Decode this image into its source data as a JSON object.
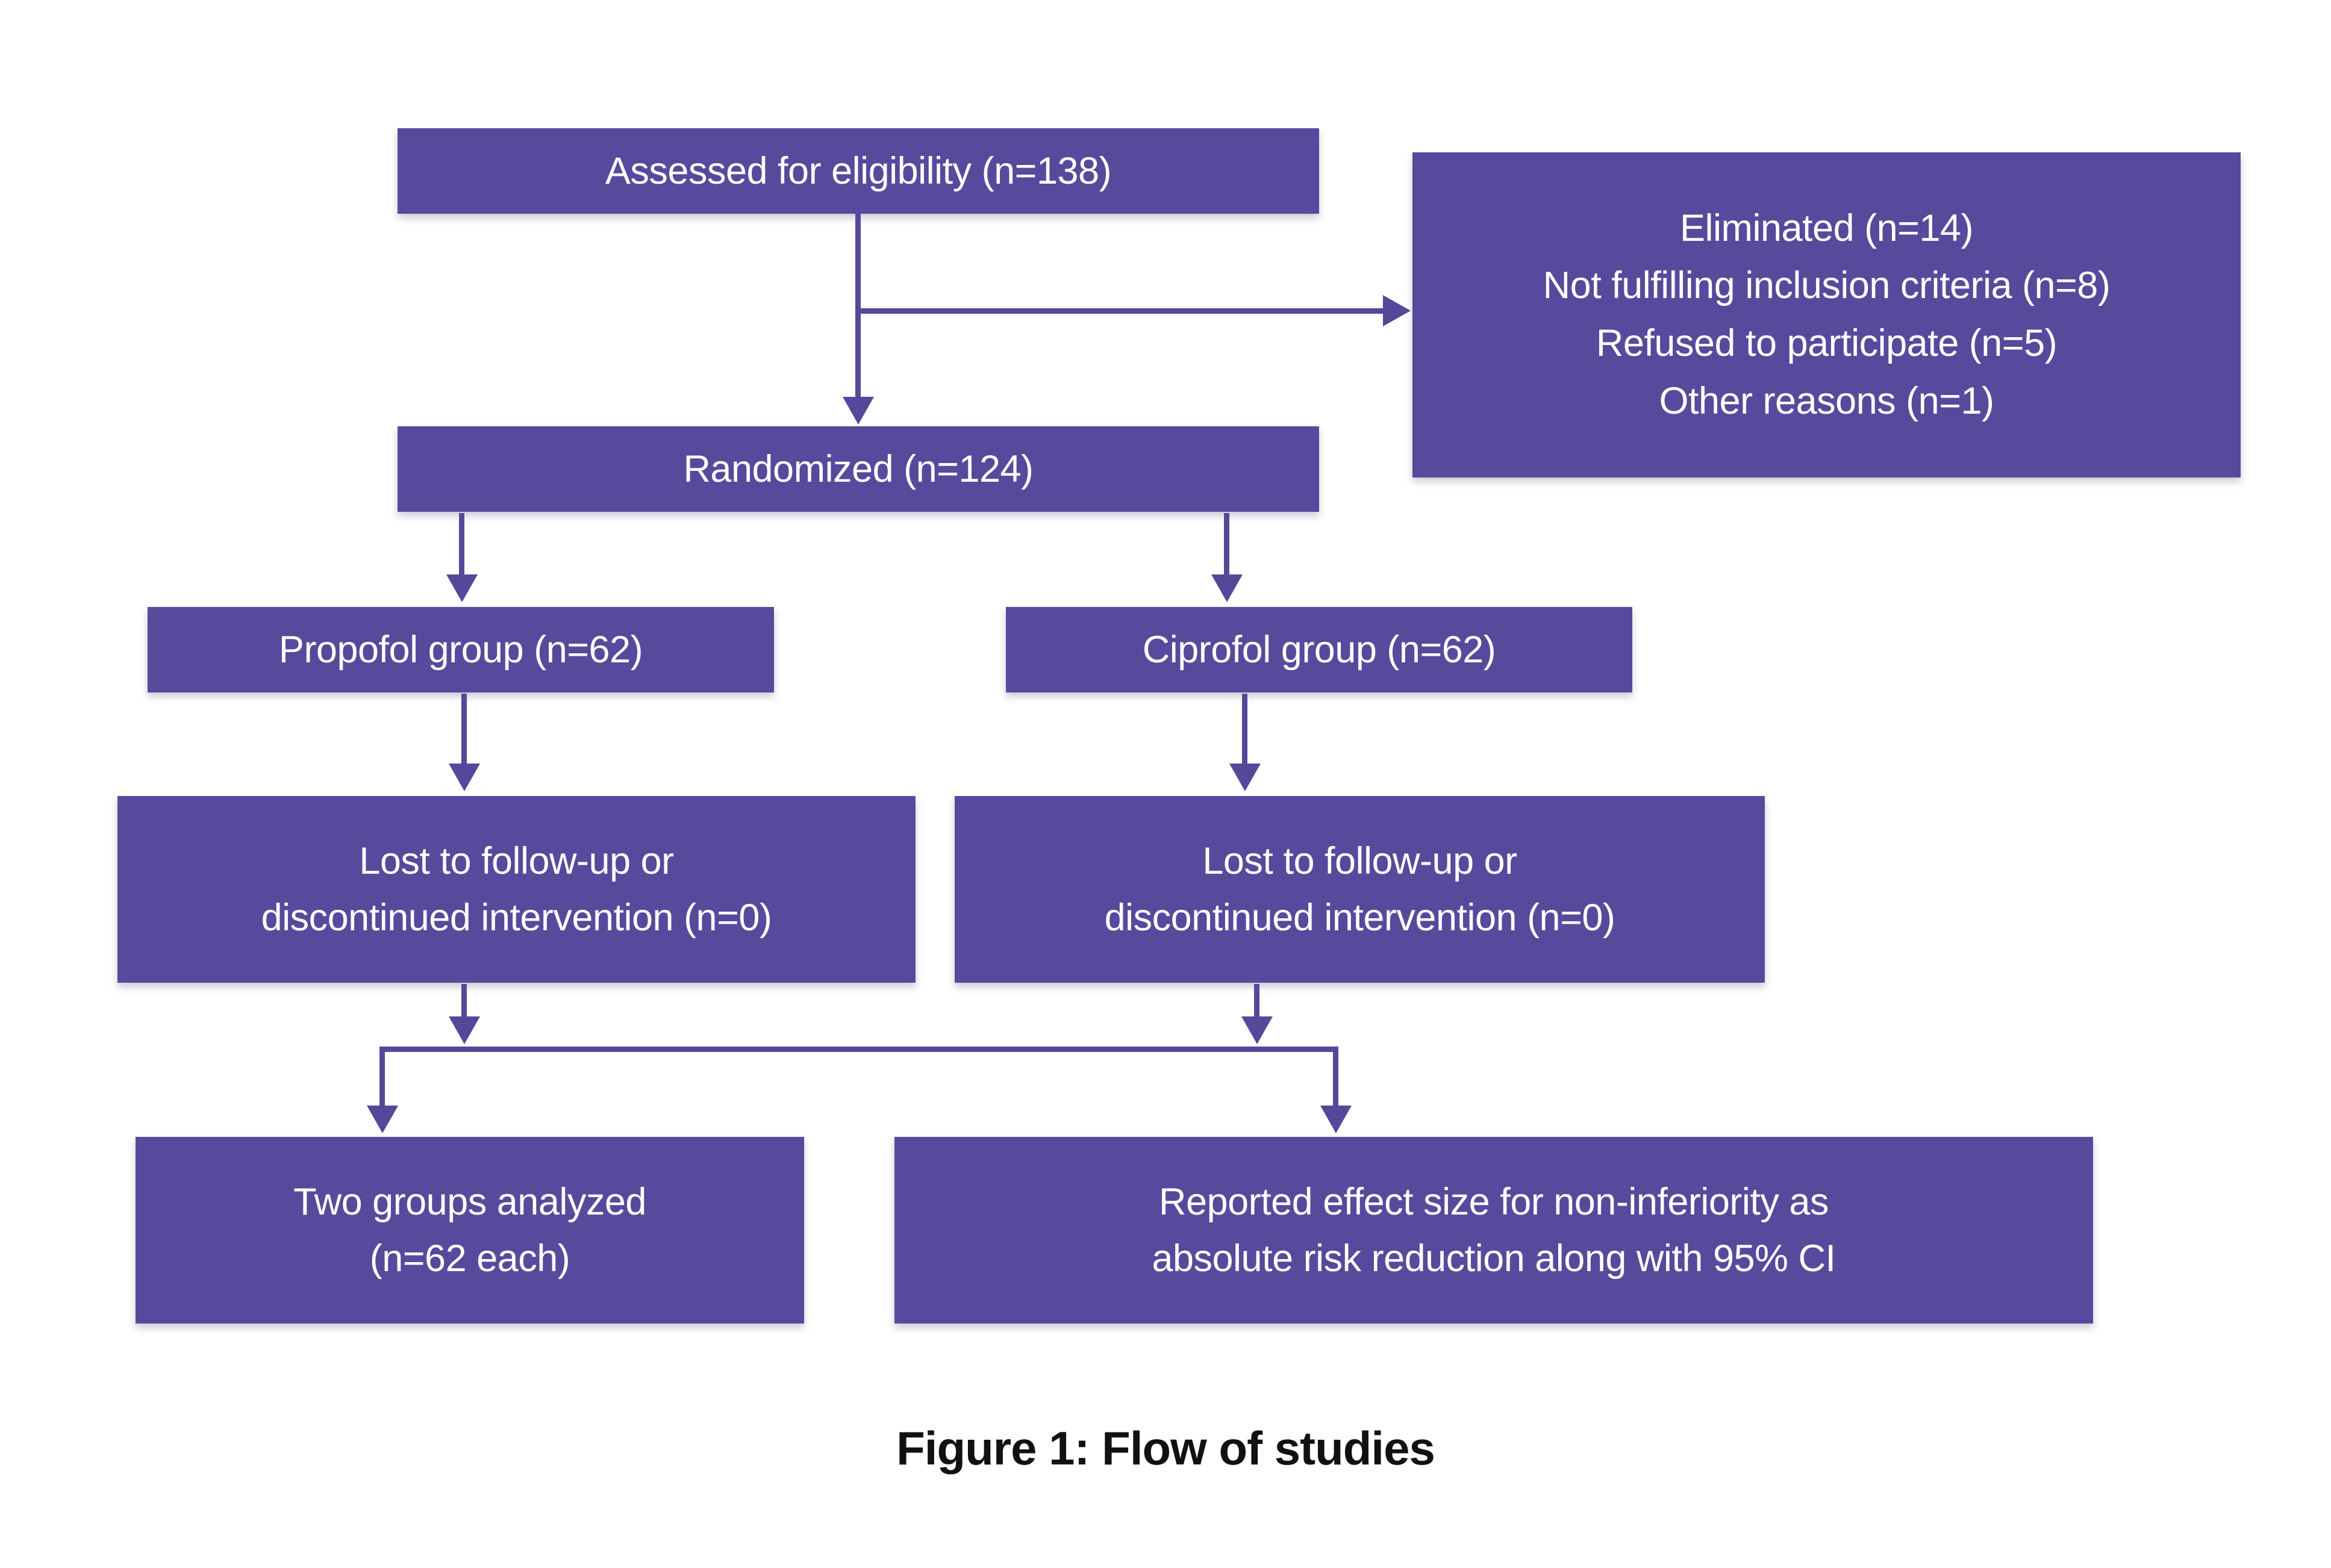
{
  "figure": {
    "caption": "Figure 1: Flow of studies"
  },
  "colors": {
    "box_fill": "#58499C",
    "connector": "#55489B",
    "box_text": "#FFFFFF",
    "caption_text": "#111111",
    "background": "#FFFFFF"
  },
  "nodes": {
    "assessed": {
      "label": "Assessed for eligibility (n=138)"
    },
    "eliminated": {
      "line1": "Eliminated (n=14)",
      "line2": "Not fulfilling inclusion criteria (n=8)",
      "line3": "Refused to participate (n=5)",
      "line4": "Other reasons (n=1)"
    },
    "randomized": {
      "label": "Randomized (n=124)"
    },
    "propofol": {
      "label": "Propofol group (n=62)"
    },
    "ciprofol": {
      "label": "Ciprofol group (n=62)"
    },
    "lost_propofol": {
      "line1": "Lost to follow-up or",
      "line2": "discontinued intervention (n=0)"
    },
    "lost_ciprofol": {
      "line1": "Lost to follow-up or",
      "line2": "discontinued intervention (n=0)"
    },
    "analyzed": {
      "line1": "Two groups analyzed",
      "line2": "(n=62 each)"
    },
    "reported": {
      "line1": "Reported effect size for non-inferiority as",
      "line2": "absolute risk reduction along with 95% CI"
    }
  }
}
